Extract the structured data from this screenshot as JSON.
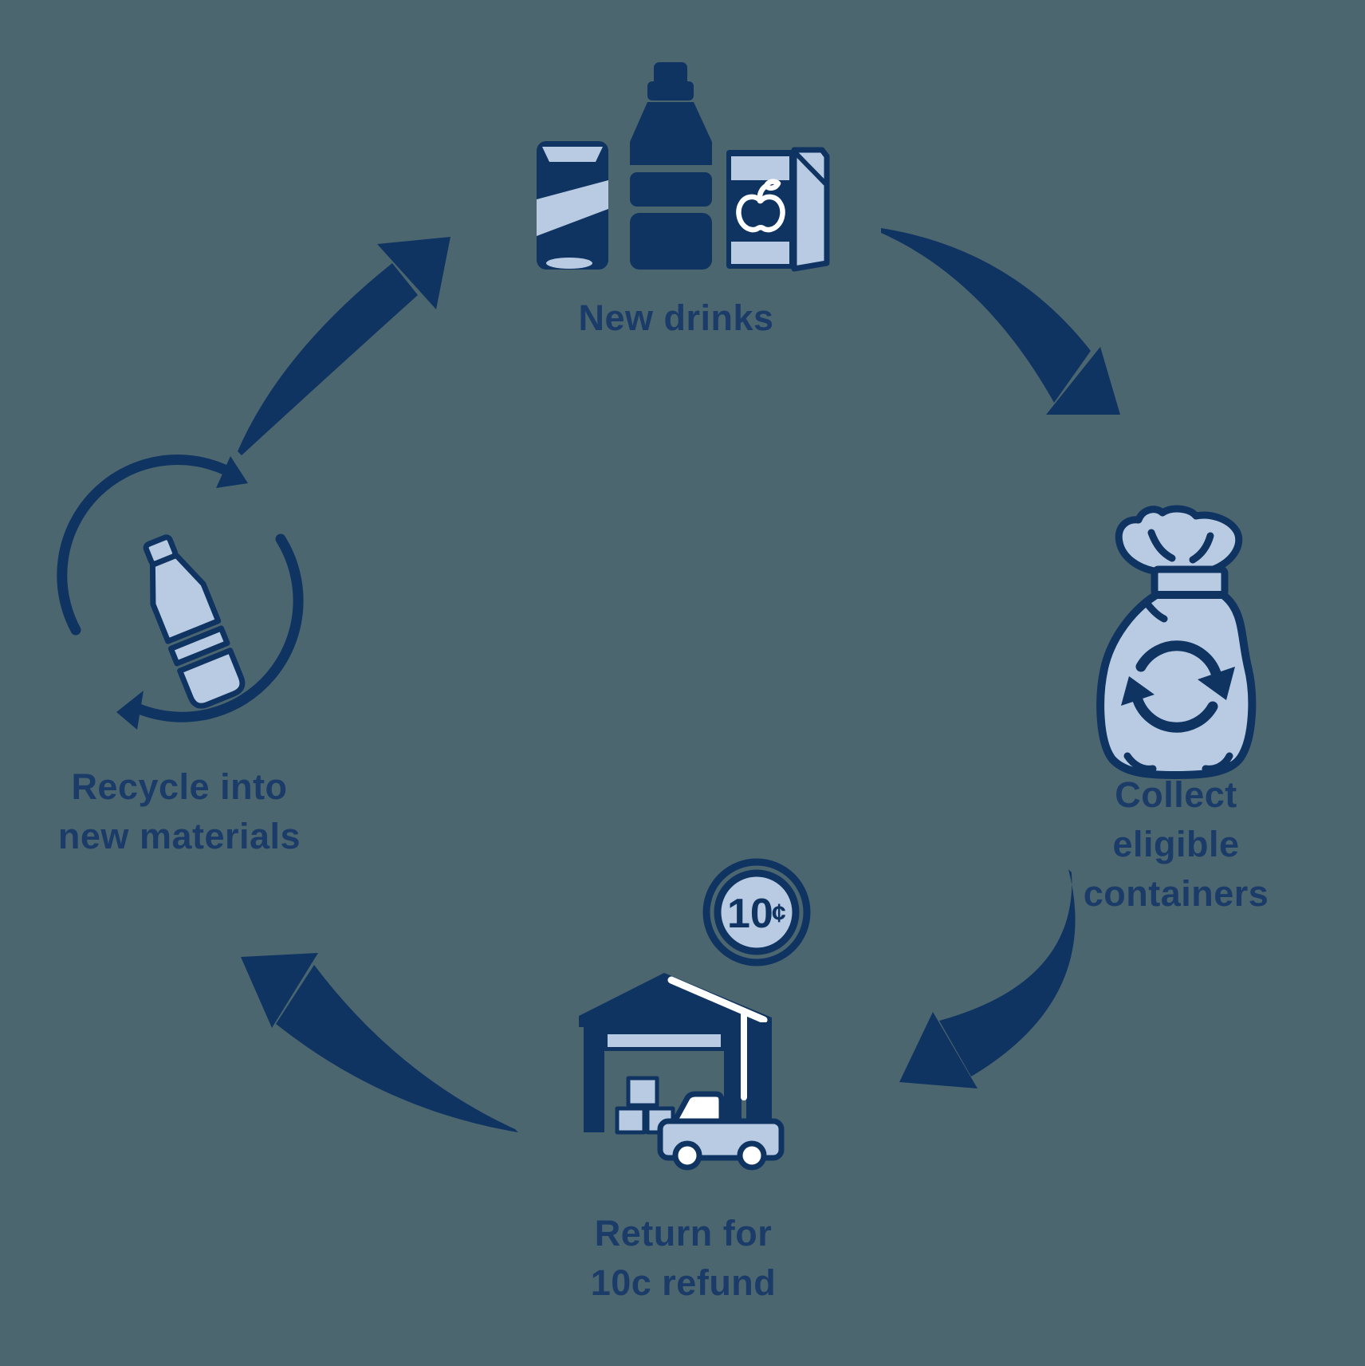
{
  "palette": {
    "background": "#4c6670",
    "navy": "#0f3461",
    "light_blue": "#b8cbe2",
    "text": "#1b3c68",
    "white": "#ffffff"
  },
  "cycle": {
    "steps": [
      {
        "id": "new-drinks",
        "label": "New drinks",
        "icon": "drink-containers-icon"
      },
      {
        "id": "collect-containers",
        "label": "Collect eligible\ncontainers",
        "icon": "recycling-bag-icon"
      },
      {
        "id": "return-refund",
        "label": "Return for\n10c refund",
        "icon": "refund-depot-icon"
      },
      {
        "id": "recycle-materials",
        "label": "Recycle into\nnew materials",
        "icon": "bottle-recycling-arrows-icon"
      }
    ],
    "coin": {
      "value": "10",
      "unit": "¢"
    }
  }
}
